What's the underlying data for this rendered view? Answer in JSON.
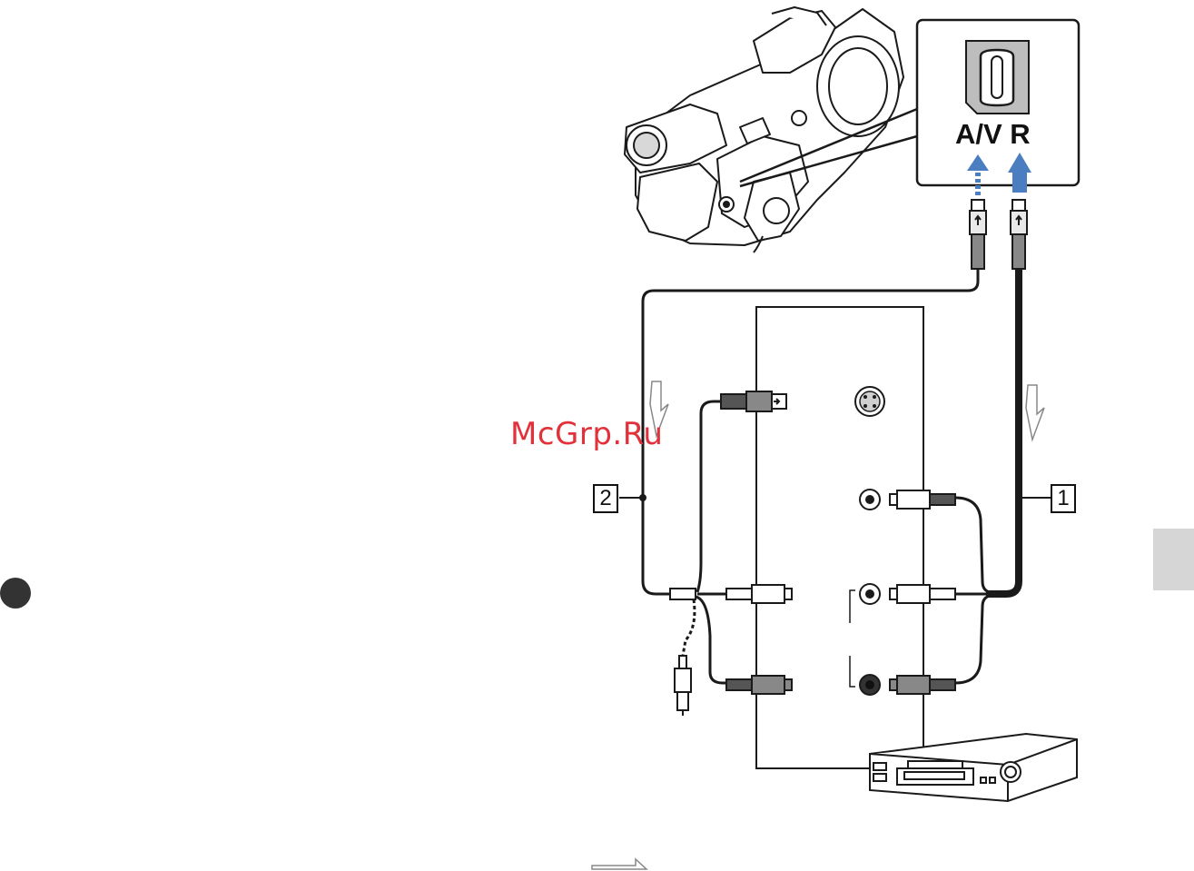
{
  "diagram": {
    "watermark": "McGrp.Ru",
    "jack_panel": {
      "label": "A/V R"
    },
    "cables": [
      {
        "number": "1"
      },
      {
        "number": "2"
      }
    ]
  }
}
